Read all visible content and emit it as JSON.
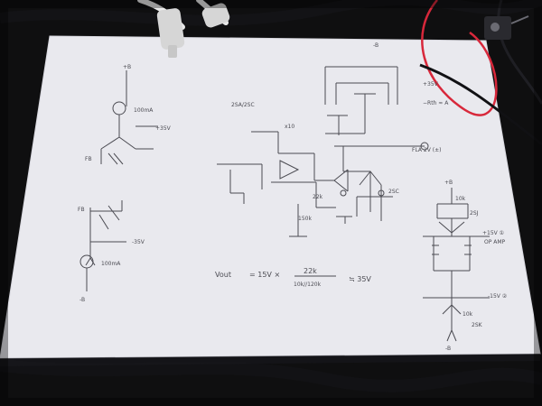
{
  "scene": {
    "description_hidden": "",
    "colors": {
      "desk": "#0f0f10",
      "paper": "#e9e9ee",
      "ink": "#4b4b52",
      "red_wire": "#d8283b"
    }
  },
  "sketch": {
    "labels": {
      "top_left_supply": "+B",
      "top_left_current": "100mA",
      "top_left_voltage": "+35V",
      "top_left_fb": "FB",
      "bottom_left_fb": "FB",
      "bottom_left_voltage": "-35V",
      "bottom_left_current": "100mA",
      "bottom_left_supply": "-B",
      "center_top_supply": "-B",
      "center_input_note": "2SA/2SC",
      "center_label_1": "x10",
      "center_resistor_22k": "22k",
      "center_resistor_150k": "150k",
      "center_out_label": "FLA 2V (±)",
      "center_label_2": "2SC",
      "bottom_formula_left": "Vout",
      "bottom_formula_eq": "= 15V ×",
      "bottom_formula_frac_top": "22k",
      "bottom_formula_frac_bottom": "10k//120k",
      "bottom_formula_result": "≒ 35V",
      "right_top_note_1": "+35V",
      "right_top_note_2": "−Rth ≈ A",
      "right_plus": "+15V ①",
      "right_opamp": "OP AMP",
      "right_minus": "-15V ②",
      "right_label_1": "10k",
      "right_label_2": "2SJ",
      "right_label_3": "10k",
      "right_label_4": "2SK",
      "right_supply_top": "+B",
      "right_supply_bottom": "-B"
    }
  }
}
